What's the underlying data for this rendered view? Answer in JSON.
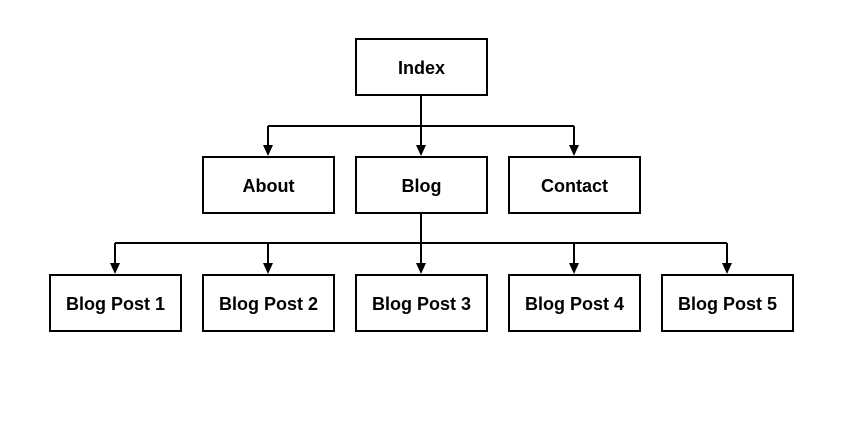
{
  "diagram": {
    "root": {
      "label": "Index"
    },
    "level1": [
      {
        "label": "About"
      },
      {
        "label": "Blog"
      },
      {
        "label": "Contact"
      }
    ],
    "level2": [
      {
        "label": "Blog Post 1"
      },
      {
        "label": "Blog Post 2"
      },
      {
        "label": "Blog Post 3"
      },
      {
        "label": "Blog Post 4"
      },
      {
        "label": "Blog Post 5"
      }
    ]
  },
  "colors": {
    "stroke": "#000000",
    "fill": "#ffffff",
    "text": "#000000"
  }
}
